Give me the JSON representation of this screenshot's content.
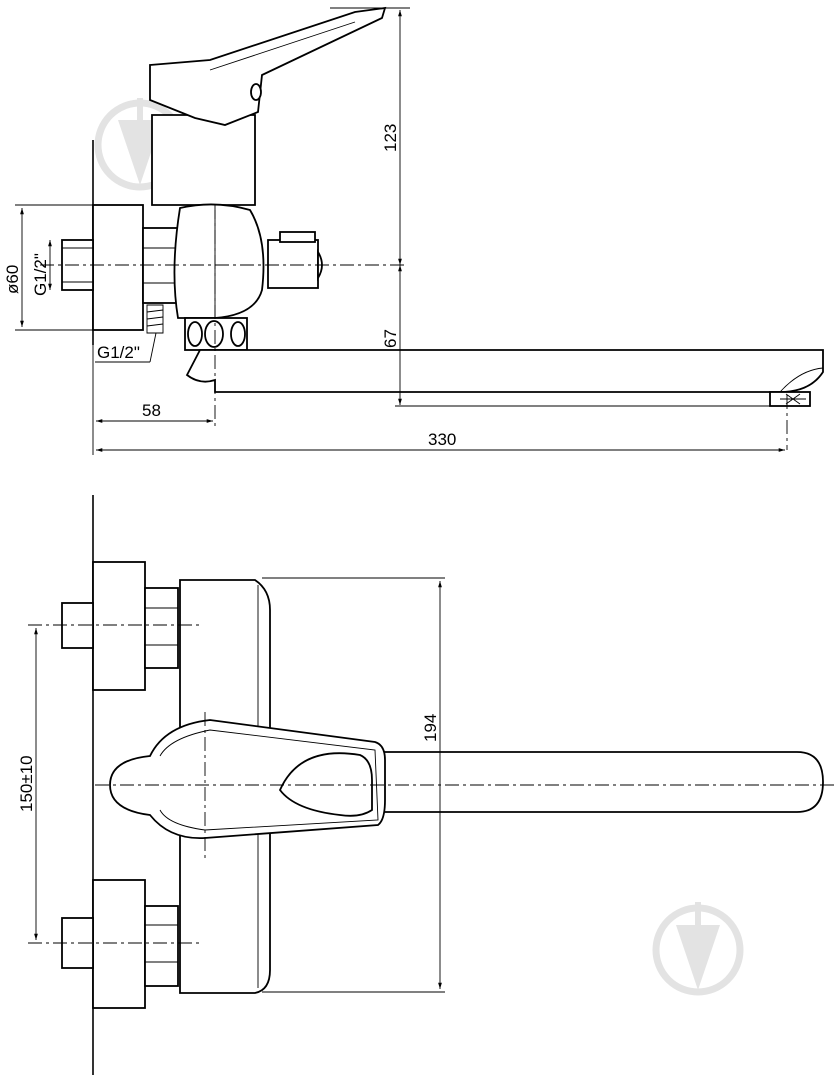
{
  "side_view": {
    "dims": {
      "d123": "123",
      "d67": "67",
      "d58": "58",
      "d330": "330",
      "d60": "ø60",
      "g_inlet": "G1/2\"",
      "g_outlet": "G1/2\""
    }
  },
  "top_view": {
    "dims": {
      "d194": "194",
      "d150": "150±10"
    }
  },
  "watermark_icon": "paint-drop-icon"
}
